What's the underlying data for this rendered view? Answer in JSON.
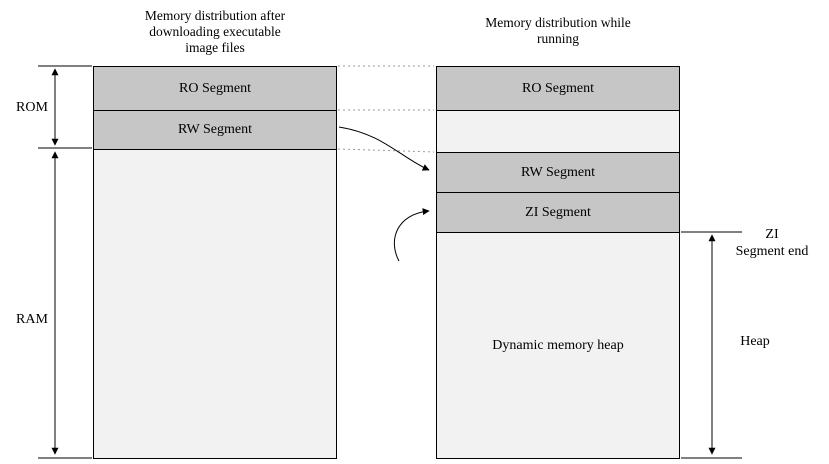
{
  "diagram": {
    "left_column": {
      "title_lines": [
        "Memory distribution after",
        "downloading executable",
        "image files"
      ],
      "segments": {
        "ro": "RO Segment",
        "rw": "RW Segment"
      }
    },
    "right_column": {
      "title_lines": [
        "Memory distribution while",
        "running"
      ],
      "segments": {
        "ro": "RO Segment",
        "rw": "RW Segment",
        "zi": "ZI Segment",
        "heap": "Dynamic memory heap"
      }
    },
    "side_labels": {
      "rom": "ROM",
      "ram": "RAM",
      "zi_end_lines": [
        "ZI",
        "Segment end"
      ],
      "heap": "Heap"
    }
  },
  "colors": {
    "segment_fill": "#c6c6c6",
    "light_fill": "#f2f2f2",
    "border": "#000000",
    "dotted_line": "#999999"
  }
}
